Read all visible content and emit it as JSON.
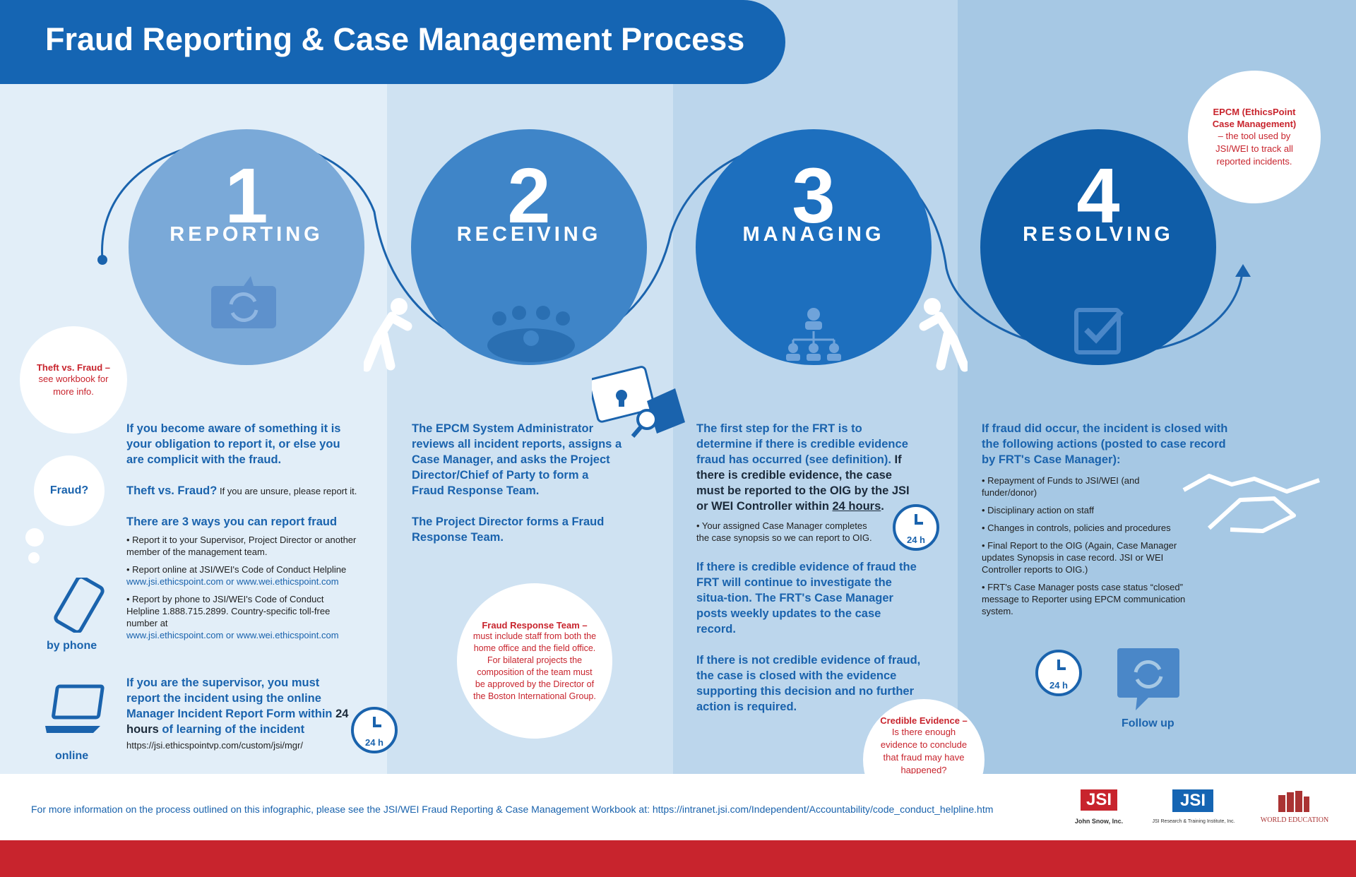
{
  "title": "Fraud Reporting & Case Management Process",
  "steps": [
    {
      "number": "1",
      "name": "REPORTING"
    },
    {
      "number": "2",
      "name": "RECEIVING"
    },
    {
      "number": "3",
      "name": "MANAGING"
    },
    {
      "number": "4",
      "name": "RESOLVING"
    }
  ],
  "colors": {
    "title_bar": "#1565b3",
    "red": "#c8242d",
    "blue_text": "#1a63ad"
  },
  "bubbles": {
    "theft": {
      "title": "Theft vs. Fraud –",
      "body": "see workbook for more info."
    },
    "fraud_q": "Fraud?",
    "epcm": {
      "title": "EPCM (EthicsPoint Case Management)",
      "body": "– the tool used by JSI/WEI to track all reported incidents."
    },
    "frt": {
      "title": "Fraud Response Team –",
      "body": "must include staff from both the home office and the field office. For bilateral projects the composition of the team must be approved by the Director of the Boston International Group."
    },
    "credible": {
      "title": "Credible Evidence –",
      "body": "Is there enough evidence to conclude that fraud may have happened?"
    }
  },
  "icons": {
    "phone_label": "by phone",
    "online_label": "online",
    "follow_up": "Follow up",
    "clock_label": "24 h"
  },
  "col1": {
    "p1": "If you become aware of something it is your obligation to report it, or else you are complicit with the fraud.",
    "theft_bold": "Theft vs. Fraud?",
    "theft_rest": " If you are unsure, please report it.",
    "ways_head": "There are 3 ways you can report fraud",
    "b1": "• Report it to your Supervisor, Project Director or another member of the management team.",
    "b2a": "• Report online at JSI/WEI's Code of Conduct Helpline",
    "b2b": "www.jsi.ethicspoint.com or www.wei.ethicspoint.com",
    "b3a": "• Report by phone to JSI/WEI's Code of Conduct  Helpline 1.888.715.2899. Country-specific toll-free number at",
    "b3b": "www.jsi.ethicspoint.com or www.wei.ethicspoint.com",
    "sup_a": "If you are the supervisor, you must report the incident using the online Manager Incident Report Form within ",
    "sup_b": "24 hours",
    "sup_c": " of learning of the incident",
    "sup_url": "https://jsi.ethicspointvp.com/custom/jsi/mgr/"
  },
  "col2": {
    "p1": "The EPCM System Administrator reviews all incident reports, assigns a Case Manager, and asks the Project Director/Chief of Party to form a Fraud Response Team.",
    "p2": "The Project Director forms a Fraud Response Team."
  },
  "col3": {
    "p1a": "The first step for the FRT is to determine if there is credible evidence fraud has occurred (see definition).",
    "p1b": " If there is credible evidence, the case must be reported to the OIG by the JSI or WEI Controller within ",
    "p1c": "24 hours",
    "p1d": ".",
    "b1": "• Your assigned Case Manager completes the case synopsis so we can report to OIG.",
    "p2": "If there is credible evidence of fraud the FRT will continue to investigate the situa-tion. The FRT's Case Manager posts weekly updates to the case record.",
    "p3": "If there is not credible evidence of fraud, the case is closed with the evidence supporting this decision and no  further action is required."
  },
  "col4": {
    "p1": "If fraud did occur, the incident is closed with the following actions (posted to case record by FRT's Case Manager):",
    "bullets": [
      "• Repayment of Funds to JSI/WEI (and funder/donor)",
      "• Disciplinary action on staff",
      "• Changes in controls, policies and procedures",
      "• Final Report to the OIG (Again, Case Manager updates Synopsis in case record. JSI or WEI Controller reports to OIG.)",
      "• FRT's Case Manager posts case status “closed” message to Reporter using EPCM communication system."
    ]
  },
  "footer": {
    "text": "For more information on the process outlined on this infographic, please see the JSI/WEI Fraud Reporting & Case Management Workbook at:  https://intranet.jsi.com/Independent/Accountability/code_conduct_helpline.htm",
    "logo1": "JSI",
    "logo1_sub": "John Snow, Inc.",
    "logo2": "JSI",
    "logo2_sub": "JSI Research & Training Institute, Inc.",
    "logo3_sub": "WORLD EDUCATION"
  }
}
